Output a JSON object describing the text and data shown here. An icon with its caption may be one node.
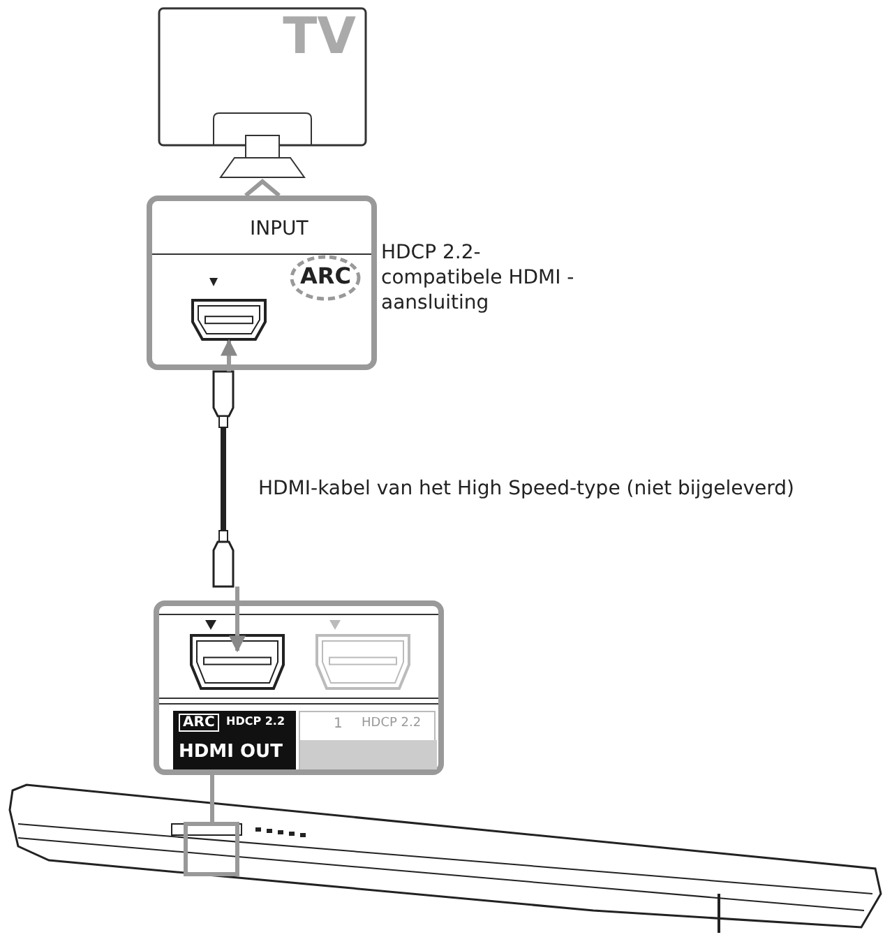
{
  "diagram": {
    "nodes": [
      {
        "text": [
          "TV"
        ]
      },
      {
        "text": [
          "INPUT",
          "ARC"
        ],
        "beside": [
          "HDCP 2.2-compatibele HDMI - aansluiting"
        ]
      },
      {
        "text": [],
        "shape": "box",
        "in": 1
      },
      {
        "text": [],
        "shape": "cable",
        "beside": [
          "HDMI-kabel van het High Speed-type (niet bijgeleverd)"
        ]
      },
      {
        "text": [],
        "shape": "box"
      },
      {
        "text": [],
        "shape": "box",
        "in": 4
      },
      {
        "text": [],
        "shape": "box",
        "in": 4
      },
      {
        "text": [
          "ARC",
          "HDCP 2.2",
          "HDMI OUT"
        ],
        "in": 4
      },
      {
        "text": [
          "1",
          "HDCP 2.2"
        ],
        "in": 4
      },
      {
        "text": [],
        "shape": "bar"
      }
    ],
    "edges": [
      {
        "from": 0,
        "to": 1,
        "arrow": "none"
      },
      {
        "from": 3,
        "to": 2,
        "arrow": "to"
      },
      {
        "from": 3,
        "to": 5,
        "arrow": "to"
      },
      {
        "from": 9,
        "to": 4,
        "arrow": "none"
      }
    ]
  }
}
